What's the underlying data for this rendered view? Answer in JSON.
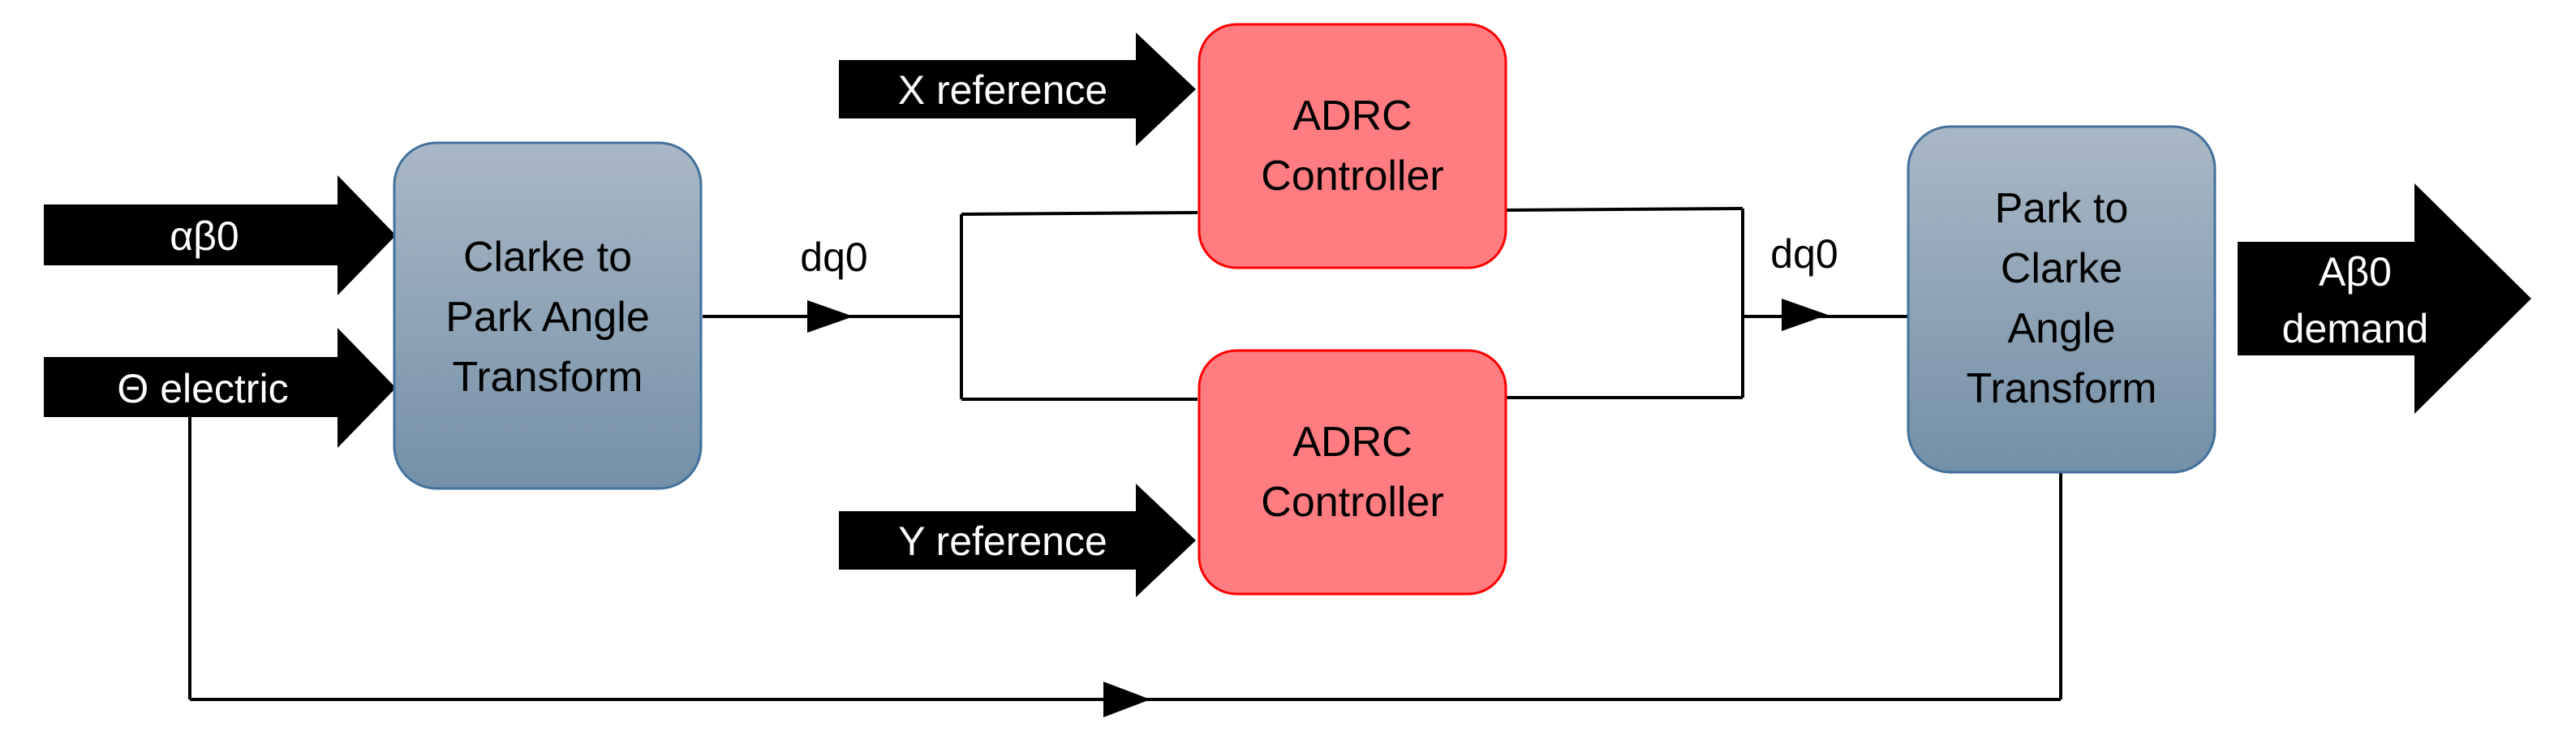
{
  "colors": {
    "transform_block_top": "#a9b8c6",
    "transform_block_bottom": "#7490a8",
    "transform_block_border": "#41719c",
    "controller_fill": "#ff7c80",
    "controller_border": "#ff0000",
    "arrow_fill": "#000000",
    "arrow_text": "#ffffff"
  },
  "inputs": {
    "alpha_beta": "αβ0",
    "theta": "Θ electric",
    "x_reference": "X reference",
    "y_reference": "Y reference"
  },
  "blocks": {
    "clarke_to_park": [
      "Clarke to",
      "Park Angle",
      "Transform"
    ],
    "adrc_top": [
      "ADRC",
      "Controller"
    ],
    "adrc_bottom": [
      "ADRC",
      "Controller"
    ],
    "park_to_clarke": [
      "Park to",
      "Clarke",
      "Angle",
      "Transform"
    ]
  },
  "signals": {
    "dq0_left": "dq0",
    "dq0_right": "dq0"
  },
  "output": {
    "demand": [
      "Aβ0",
      "demand"
    ]
  }
}
